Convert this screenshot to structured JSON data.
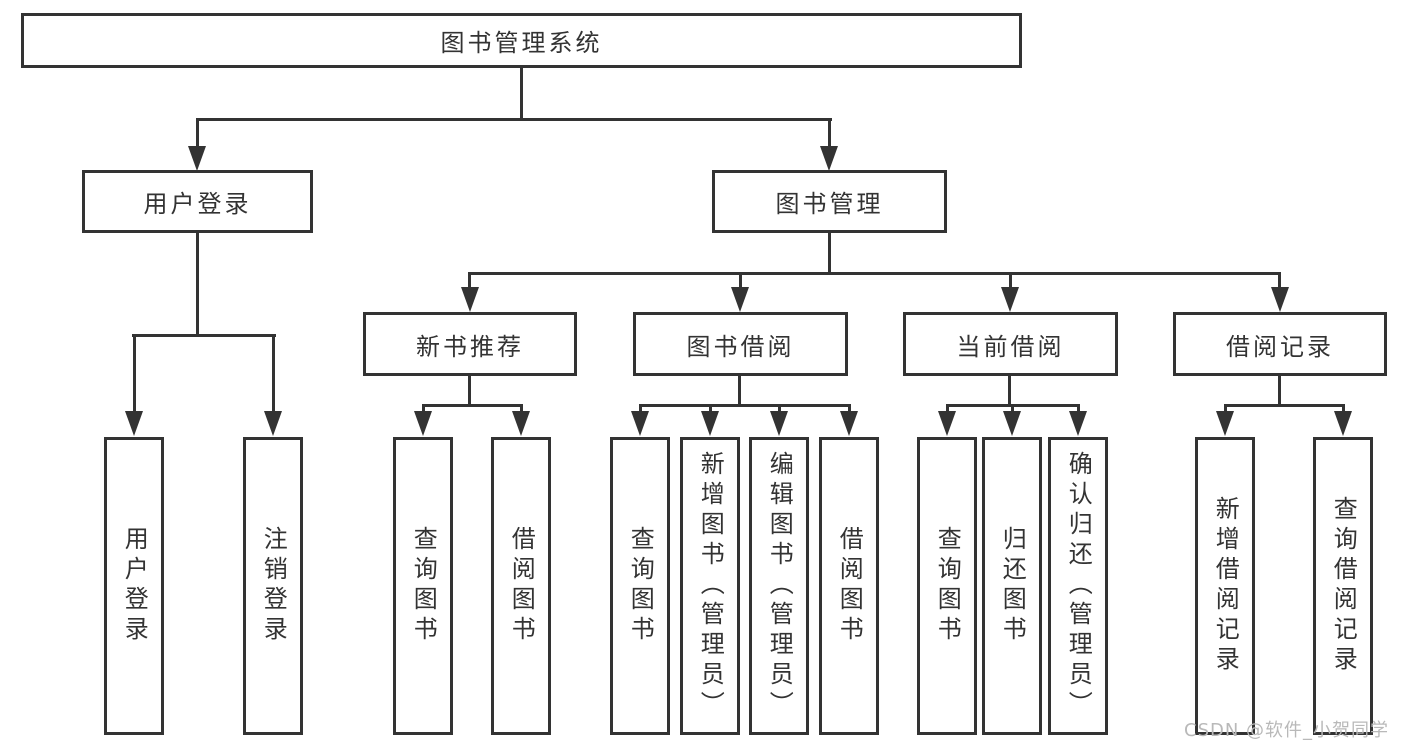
{
  "title": "图书管理系统",
  "level2": [
    {
      "label": "用户登录",
      "parent": "图书管理系统"
    },
    {
      "label": "图书管理",
      "parent": "图书管理系统"
    }
  ],
  "level3": [
    {
      "label": "新书推荐",
      "parent": "图书管理"
    },
    {
      "label": "图书借阅",
      "parent": "图书管理"
    },
    {
      "label": "当前借阅",
      "parent": "图书管理"
    },
    {
      "label": "借阅记录",
      "parent": "图书管理"
    }
  ],
  "leaves": [
    {
      "label": "用户登录",
      "parent": "用户登录"
    },
    {
      "label": "注销登录",
      "parent": "用户登录"
    },
    {
      "label": "查询图书",
      "parent": "新书推荐"
    },
    {
      "label": "借阅图书",
      "parent": "新书推荐"
    },
    {
      "label": "查询图书",
      "parent": "图书借阅"
    },
    {
      "label": "新增图书（管理员）",
      "parent": "图书借阅"
    },
    {
      "label": "编辑图书（管理员）",
      "parent": "图书借阅"
    },
    {
      "label": "借阅图书",
      "parent": "图书借阅"
    },
    {
      "label": "查询图书",
      "parent": "当前借阅"
    },
    {
      "label": "归还图书",
      "parent": "当前借阅"
    },
    {
      "label": "确认归还（管理员）",
      "parent": "当前借阅"
    },
    {
      "label": "新增借阅记录",
      "parent": "借阅记录"
    },
    {
      "label": "查询借阅记录",
      "parent": "借阅记录"
    }
  ],
  "watermark": "CSDN @软件_小贺同学",
  "colors": {
    "line": "#333333",
    "text": "#333333",
    "watermark": "#b9b9b9",
    "background": "#ffffff"
  }
}
